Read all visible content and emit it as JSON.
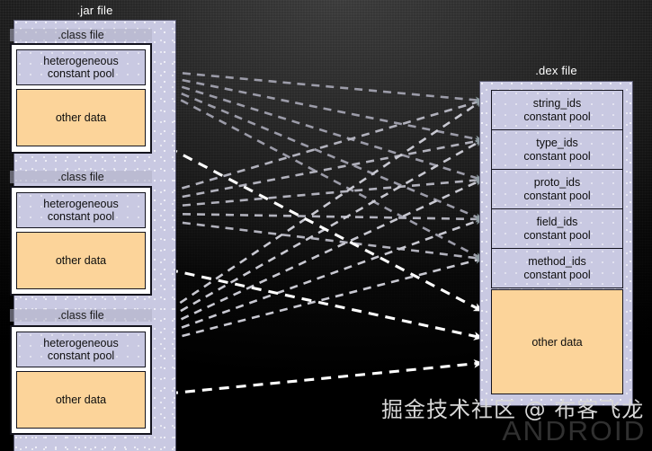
{
  "jar": {
    "title": ".jar file",
    "class_files": [
      {
        "label": ".class file",
        "pool_line1": "heterogeneous",
        "pool_line2": "constant pool",
        "data_label": "other data"
      },
      {
        "label": ".class file",
        "pool_line1": "heterogeneous",
        "pool_line2": "constant pool",
        "data_label": "other data"
      },
      {
        "label": ".class file",
        "pool_line1": "heterogeneous",
        "pool_line2": "constant pool",
        "data_label": "other data"
      }
    ]
  },
  "dex": {
    "title": ".dex file",
    "pools": [
      {
        "line1": "string_ids",
        "line2": "constant pool"
      },
      {
        "line1": "type_ids",
        "line2": "constant pool"
      },
      {
        "line1": "proto_ids",
        "line2": "constant pool"
      },
      {
        "line1": "field_ids",
        "line2": "constant pool"
      },
      {
        "line1": "method_ids",
        "line2": "constant pool"
      }
    ],
    "data_label": "other data"
  },
  "watermark": {
    "credit": "掘金技术社区 @ 布客飞龙",
    "brand": "ANDROID"
  },
  "colors": {
    "container_fill": "#c9c9e2",
    "pool_fill": "#c9c9e2",
    "data_fill": "#fcd49a",
    "box_border": "#14141e",
    "classfile_fill": "#ffffff",
    "background_top": "#3a3a3a",
    "background_bottom": "#000000",
    "wire_gray": "#9a9aa6",
    "wire_white": "#ffffff"
  },
  "diagram": {
    "wires_pool_to_dexpool_count": 15,
    "wires_data_to_dexdata_count": 3
  }
}
